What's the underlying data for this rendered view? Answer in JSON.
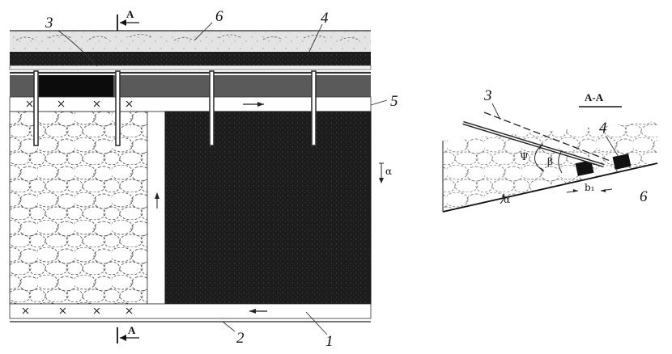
{
  "plan_view": {
    "labels": {
      "rock_roof": "6",
      "bolt": "3",
      "coal_seam": "4",
      "roadway": "5",
      "haulage_drift": "2",
      "coal_block": "1",
      "section_mark_top": "A",
      "section_mark_bottom": "A",
      "dip_angle": "α"
    }
  },
  "section_view": {
    "title": "A-A",
    "labels": {
      "bolt": "3",
      "coal_seam": "4",
      "rock": "6",
      "psi": "Ψ",
      "beta": "β",
      "alpha": "α",
      "width": "b₁"
    }
  }
}
